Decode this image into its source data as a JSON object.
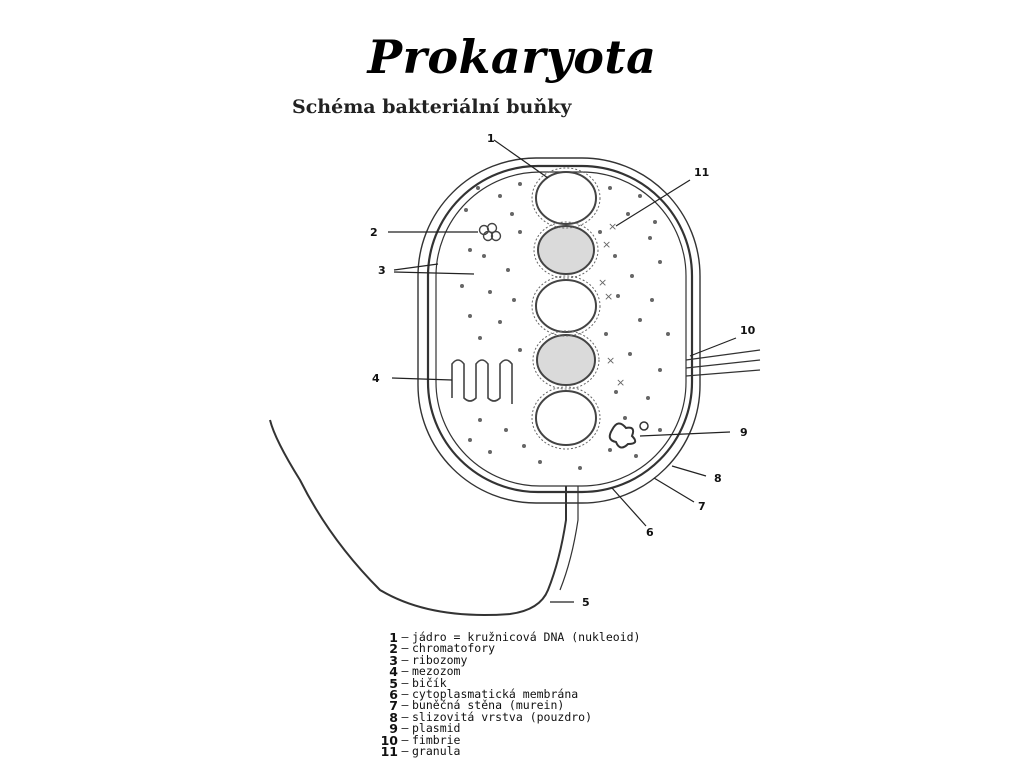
{
  "title": "Prokaryota",
  "subtitle": "Schéma bakteriální buňky",
  "labels": [
    "1",
    "2",
    "3",
    "4",
    "5",
    "6",
    "7",
    "8",
    "9",
    "10",
    "11"
  ],
  "legend": [
    {
      "num": "1",
      "sep": "–",
      "text": "jádro = kružnicová DNA (nukleoid)"
    },
    {
      "num": "2",
      "sep": "–",
      "text": "chromatofory"
    },
    {
      "num": "3",
      "sep": "–",
      "text": "ribozomy"
    },
    {
      "num": "4",
      "sep": "–",
      "text": "mezozom"
    },
    {
      "num": "5",
      "sep": "–",
      "text": "bičík"
    },
    {
      "num": "6",
      "sep": "–",
      "text": "cytoplasmatická membrána"
    },
    {
      "num": "7",
      "sep": "–",
      "text": "buněčná stěna (murein)"
    },
    {
      "num": "8",
      "sep": "–",
      "text": "slizovitá vrstva (pouzdro)"
    },
    {
      "num": "9",
      "sep": "–",
      "text": "plasmid"
    },
    {
      "num": "10",
      "sep": "–",
      "text": "fimbrie"
    },
    {
      "num": "11",
      "sep": "–",
      "text": "granula"
    }
  ]
}
